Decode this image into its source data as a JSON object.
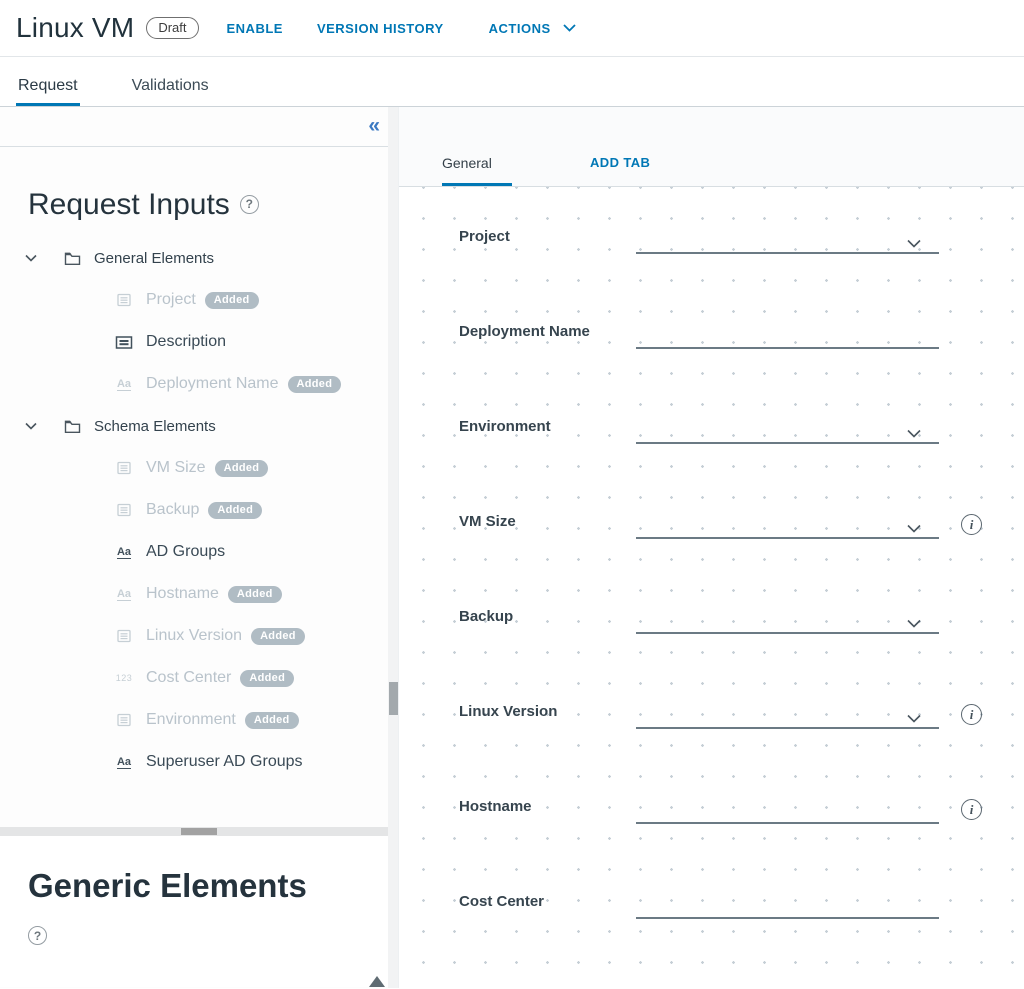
{
  "colors": {
    "accent_blue": "#0077b5",
    "collapse_blue": "#3b79c2",
    "badge_gray": "#b0bcc4"
  },
  "header": {
    "title": "Linux VM",
    "status_badge": "Draft",
    "enable_label": "ENABLE",
    "version_history_label": "VERSION HISTORY",
    "actions_label": "ACTIONS"
  },
  "page_tabs": {
    "request": "Request",
    "validations": "Validations",
    "active": "Request"
  },
  "sidebar": {
    "collapse_icon": "«",
    "request_inputs": {
      "title": "Request Inputs",
      "help_icon": "?",
      "added_badge": "Added",
      "groups": [
        {
          "label": "General Elements",
          "expanded": true,
          "items": [
            {
              "label": "Project",
              "icon": "dropdown",
              "added": true
            },
            {
              "label": "Description",
              "icon": "textarea",
              "added": false
            },
            {
              "label": "Deployment Name",
              "icon": "text",
              "added": true
            }
          ]
        },
        {
          "label": "Schema Elements",
          "expanded": true,
          "items": [
            {
              "label": "VM Size",
              "icon": "dropdown",
              "added": true
            },
            {
              "label": "Backup",
              "icon": "dropdown",
              "added": true
            },
            {
              "label": "AD Groups",
              "icon": "text",
              "added": false
            },
            {
              "label": "Hostname",
              "icon": "text",
              "added": true
            },
            {
              "label": "Linux Version",
              "icon": "dropdown",
              "added": true
            },
            {
              "label": "Cost Center",
              "icon": "number",
              "added": true
            },
            {
              "label": "Environment",
              "icon": "dropdown",
              "added": true
            },
            {
              "label": "Superuser AD Groups",
              "icon": "text",
              "added": false
            }
          ]
        }
      ]
    },
    "generic_elements": {
      "title": "Generic Elements",
      "help_icon": "?"
    }
  },
  "canvas": {
    "general_tab": "General",
    "add_tab": "ADD TAB",
    "fields": [
      {
        "label": "Project",
        "control": "select",
        "info": false
      },
      {
        "label": "Deployment Name",
        "control": "text",
        "info": false
      },
      {
        "label": "Environment",
        "control": "select",
        "info": false
      },
      {
        "label": "VM Size",
        "control": "select",
        "info": true
      },
      {
        "label": "Backup",
        "control": "select",
        "info": false
      },
      {
        "label": "Linux Version",
        "control": "select",
        "info": true
      },
      {
        "label": "Hostname",
        "control": "text",
        "info": true
      },
      {
        "label": "Cost Center",
        "control": "text",
        "info": false
      }
    ]
  }
}
